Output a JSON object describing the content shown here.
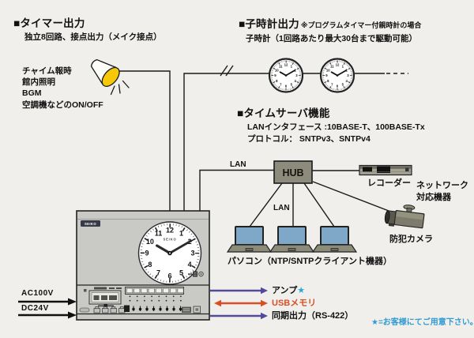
{
  "sections": {
    "timer_output": {
      "heading": "■タイマー出力",
      "subheading": "独立8回路、接点出力（メイク接点）",
      "examples": [
        "チャイム報時",
        "館内照明",
        "BGM",
        "空調機などのON/OFF"
      ]
    },
    "child_clock_output": {
      "heading": "■子時計出力",
      "note": "※プログラムタイマー付親時計の場合",
      "subheading": "子時計（1回路あたり最大30台まで駆動可能）"
    },
    "time_server": {
      "heading": "■タイムサーバ機能",
      "interface_line": "LANインタフェース :10BASE-T、100BASE-Tx",
      "protocol_line": "プロトコル： SNTPv3、SNTPv4"
    }
  },
  "network": {
    "lan_label_top": "LAN",
    "lan_label_mid": "LAN",
    "hub_label": "HUB",
    "recorder_label": "レコーダー",
    "network_device_label_1": "ネットワーク",
    "network_device_label_2": "対応機器",
    "camera_label": "防犯カメラ",
    "pc_label": "パソコン（NTP/SNTPクライアント機器）"
  },
  "master_clock": {
    "brand": "SEIKO",
    "numerals": [
      "12",
      "1",
      "2",
      "3",
      "4",
      "5",
      "6",
      "7",
      "8",
      "9",
      "10",
      "11"
    ]
  },
  "power": {
    "ac_label": "AC100V",
    "dc_label": "DC24V"
  },
  "io": {
    "amp_label": "アンプ",
    "amp_star": "★",
    "usb_label": "USBメモリ",
    "sync_label": "同期出力（RS-422）"
  },
  "footnote": "★=お客様にてご用意下さい。",
  "colors": {
    "background": "#f0efec",
    "line": "#1a1a1a",
    "purple_arrow": "#534a9c",
    "red_arrow": "#d84f26",
    "star_blue": "#2aa7df",
    "footnote_blue": "#2f9bd0",
    "horn_yellow": "#f6c80a",
    "device_gray": "#c9c9c6",
    "hub_fill": "#8d8c7c",
    "laptop_screen": "#7fa8c8"
  }
}
